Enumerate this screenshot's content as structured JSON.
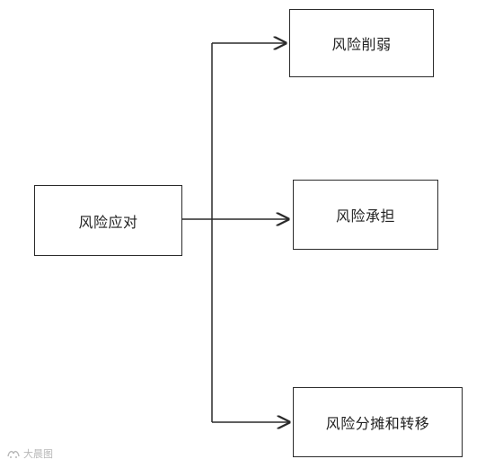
{
  "diagram": {
    "source": {
      "label": "风险应对"
    },
    "targets": [
      {
        "label": "风险削弱"
      },
      {
        "label": "风险承担"
      },
      {
        "label": "风险分摊和转移"
      }
    ]
  },
  "watermark": {
    "text": "大晨图"
  },
  "colors": {
    "stroke": "#2a2a2a",
    "background": "#ffffff"
  }
}
